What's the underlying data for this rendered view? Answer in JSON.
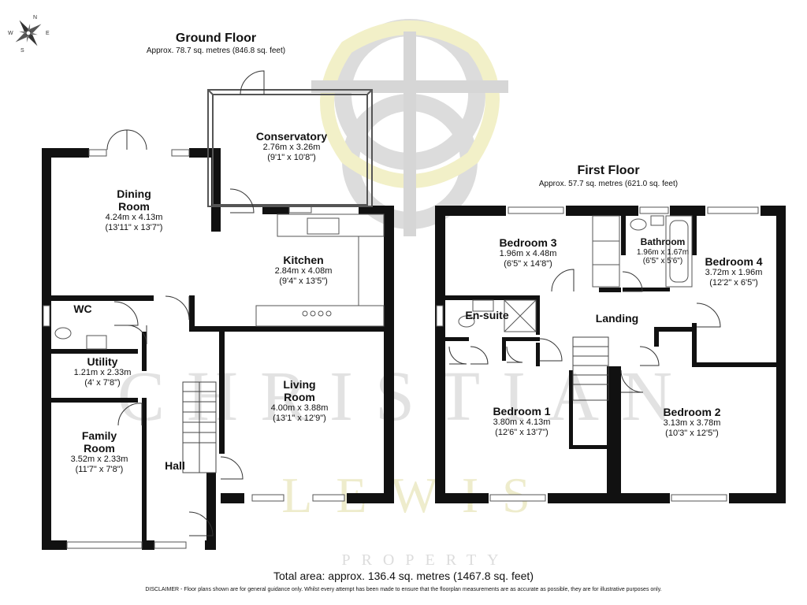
{
  "watermark": {
    "word1": "CHRISTIAN",
    "word2": "LEWIS",
    "word3": "PROPERTY"
  },
  "compass": {
    "icon": "compass-rose-icon",
    "n": "N",
    "e": "E",
    "s": "S",
    "w": "W"
  },
  "ground_floor": {
    "title": "Ground Floor",
    "area": "Approx. 78.7 sq. metres (846.8 sq. feet)",
    "rooms": {
      "conservatory": {
        "name": "Conservatory",
        "metric": "2.76m x 3.26m",
        "imperial": "(9'1\" x 10'8\")"
      },
      "dining": {
        "name1": "Dining",
        "name2": "Room",
        "metric": "4.24m x 4.13m",
        "imperial": "(13'11\" x 13'7\")"
      },
      "kitchen": {
        "name": "Kitchen",
        "metric": "2.84m x 4.08m",
        "imperial": "(9'4\" x 13'5\")"
      },
      "wc": {
        "name": "WC"
      },
      "utility": {
        "name": "Utility",
        "metric": "1.21m x 2.33m",
        "imperial": "(4' x 7'8\")"
      },
      "living": {
        "name1": "Living",
        "name2": "Room",
        "metric": "4.00m x 3.88m",
        "imperial": "(13'1\" x 12'9\")"
      },
      "family": {
        "name1": "Family",
        "name2": "Room",
        "metric": "3.52m x 2.33m",
        "imperial": "(11'7\" x 7'8\")"
      },
      "hall": {
        "name": "Hall"
      }
    }
  },
  "first_floor": {
    "title": "First Floor",
    "area": "Approx. 57.7 sq. metres (621.0 sq. feet)",
    "rooms": {
      "bedroom3": {
        "name": "Bedroom 3",
        "metric": "1.96m x 4.48m",
        "imperial": "(6'5\" x 14'8\")"
      },
      "bathroom": {
        "name": "Bathroom",
        "metric": "1.96m x 1.67m",
        "imperial": "(6'5\" x 5'6\")"
      },
      "bedroom4": {
        "name": "Bedroom 4",
        "metric": "3.72m x 1.96m",
        "imperial": "(12'2\" x 6'5\")"
      },
      "ensuite": {
        "name": "En-suite"
      },
      "landing": {
        "name": "Landing"
      },
      "bedroom1": {
        "name": "Bedroom 1",
        "metric": "3.80m x 4.13m",
        "imperial": "(12'6\" x 13'7\")"
      },
      "bedroom2": {
        "name": "Bedroom 2",
        "metric": "3.13m x 3.78m",
        "imperial": "(10'3\" x 12'5\")"
      }
    }
  },
  "footer": {
    "total": "Total area: approx. 136.4 sq. metres (1467.8 sq. feet)",
    "disclaimer": "DISCLAIMER - Floor plans shown are for general guidance only. Whilst every attempt has been made to ensure that the floorplan measurements are as accurate as possible, they are for illustrative purposes only."
  }
}
